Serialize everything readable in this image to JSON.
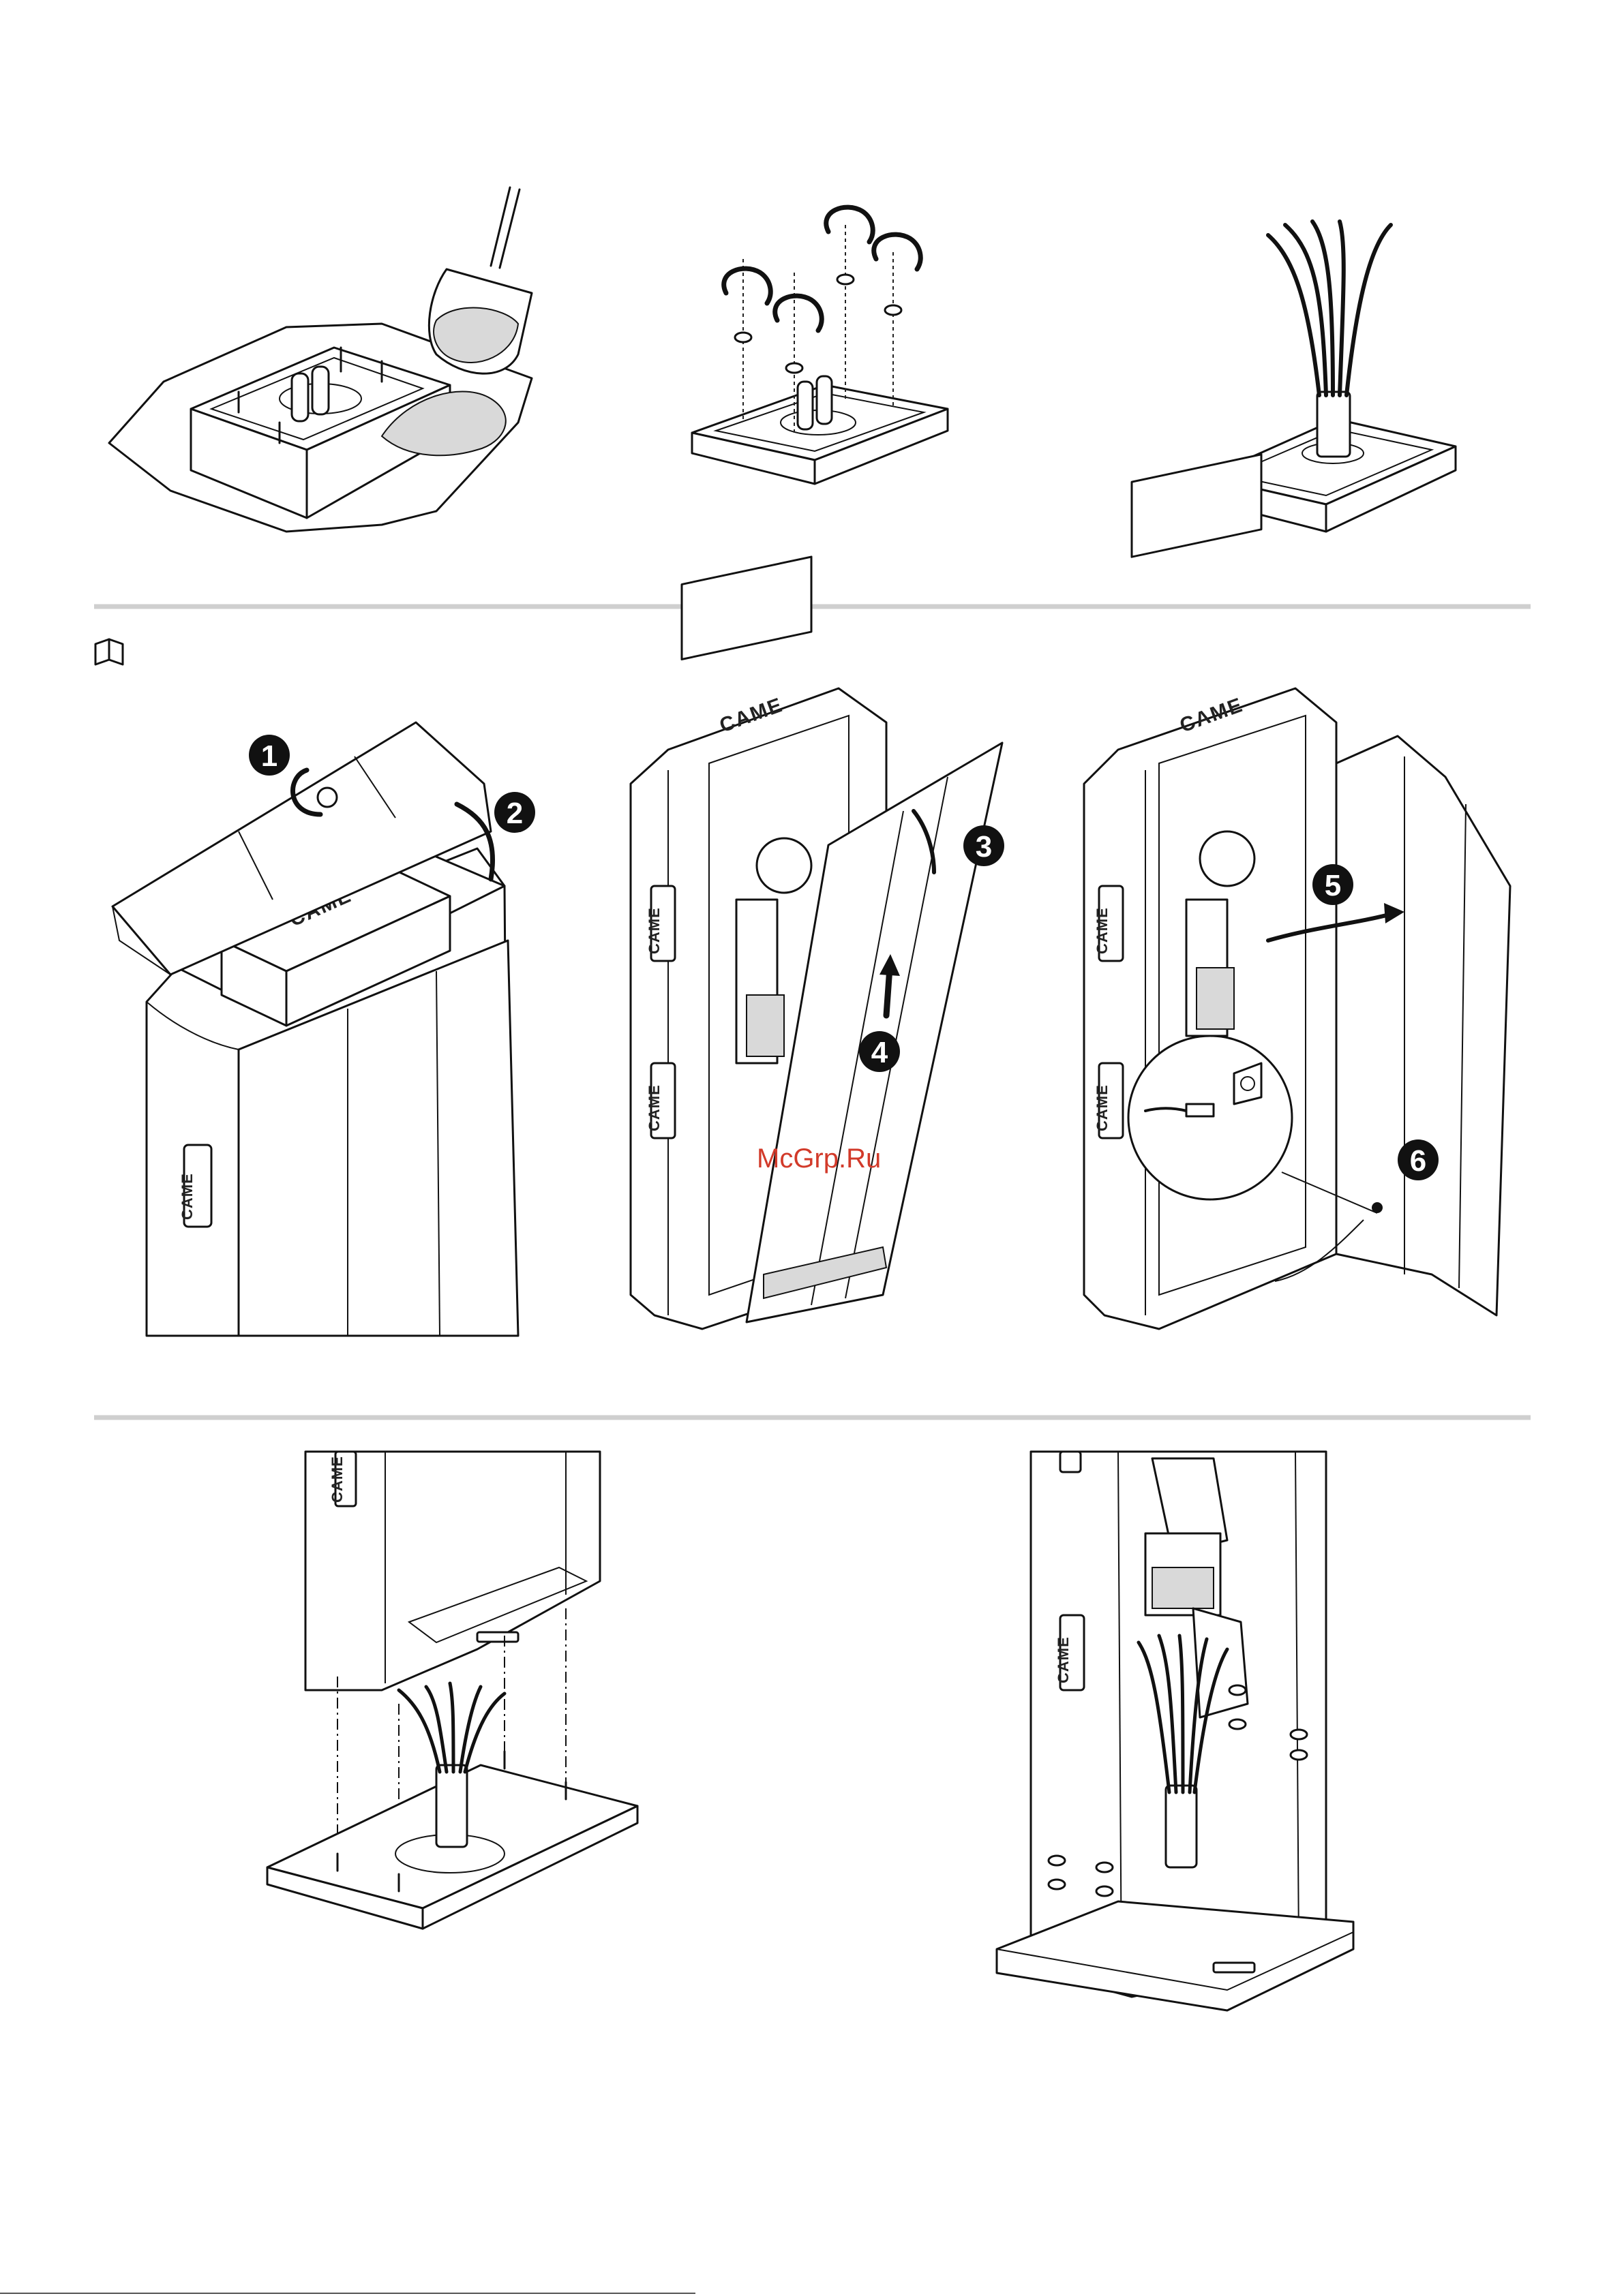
{
  "labels": {
    "brand": "CAME",
    "watermark": "McGrp.Ru"
  },
  "steps": [
    "1",
    "2",
    "3",
    "4",
    "5",
    "6"
  ],
  "icons": {
    "manual": "book-icon",
    "rotate": "curved-arrow-icon",
    "up": "up-arrow-icon",
    "swing": "swing-arrow-icon"
  },
  "colors": {
    "ink": "#111111",
    "separator": "#cfcfcf",
    "badge": "#111111",
    "watermark": "#d23a2a"
  }
}
